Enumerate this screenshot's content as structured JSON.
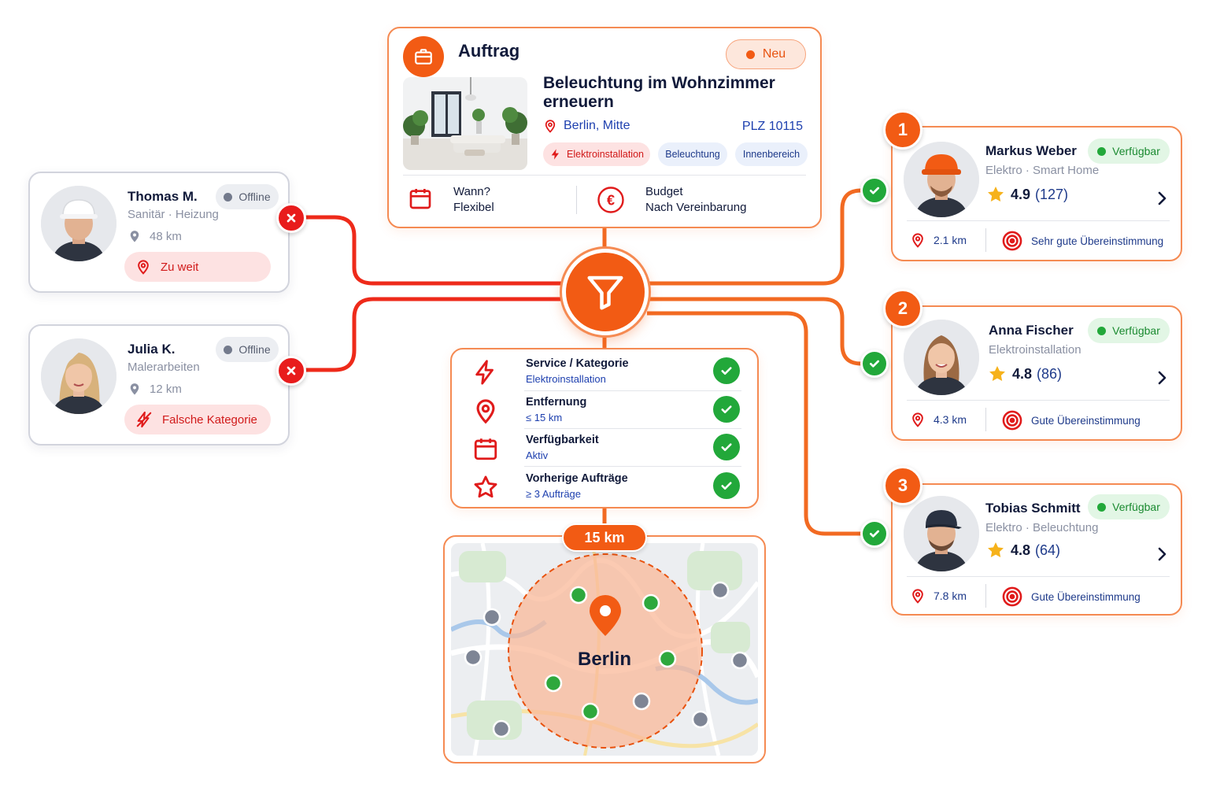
{
  "job": {
    "label": "Auftrag",
    "status": "Neu",
    "title": "Beleuchtung im Wohnzimmer erneuern",
    "location": "Berlin, Mitte",
    "plz": "PLZ 10115",
    "tags": [
      "Elektroinstallation",
      "Beleuchtung",
      "Innenbereich"
    ],
    "when_label": "Wann?",
    "when_value": "Flexibel",
    "budget_label": "Budget",
    "budget_value": "Nach Vereinbarung",
    "icons": [
      "briefcase-icon",
      "room-photo",
      "map-pin-icon",
      "lightning-icon",
      "calendar-icon",
      "euro-icon"
    ]
  },
  "filter": {
    "icon": "funnel-icon"
  },
  "criteria": [
    {
      "title": "Service / Kategorie",
      "value": "Elektroinstallation",
      "icon": "lightning-icon",
      "passed": true
    },
    {
      "title": "Entfernung",
      "value": "≤ 15 km",
      "icon": "map-pin-icon",
      "passed": true
    },
    {
      "title": "Verfügbarkeit",
      "value": "Aktiv",
      "icon": "calendar-icon",
      "passed": true
    },
    {
      "title": "Vorherige Aufträge",
      "value": "≥ 3 Aufträge",
      "icon": "star-icon",
      "passed": true
    }
  ],
  "map": {
    "radius": "15 km",
    "city": "Berlin"
  },
  "rejected": [
    {
      "name": "Thomas M.",
      "trade": "Sanitär · Heizung",
      "distance": "48 km",
      "status": "Offline",
      "reason": "Zu weit",
      "reason_icon": "map-pin-icon"
    },
    {
      "name": "Julia K.",
      "trade": "Malerarbeiten",
      "distance": "12 km",
      "status": "Offline",
      "reason": "Falsche Kategorie",
      "reason_icon": "no-lightning-icon"
    }
  ],
  "matches": [
    {
      "rank": "1",
      "name": "Markus Weber",
      "trade": "Elektro · Smart Home",
      "rating": "4.9",
      "reviews": "(127)",
      "status": "Verfügbar",
      "distance": "2.1 km",
      "match": "Sehr gute Übereinstimmung"
    },
    {
      "rank": "2",
      "name": "Anna Fischer",
      "trade": "Elektroinstallation",
      "rating": "4.8",
      "reviews": "(86)",
      "status": "Verfügbar",
      "distance": "4.3 km",
      "match": "Gute Übereinstimmung"
    },
    {
      "rank": "3",
      "name": "Tobias Schmitt",
      "trade": "Elektro · Beleuchtung",
      "rating": "4.8",
      "reviews": "(64)",
      "status": "Verfügbar",
      "distance": "7.8 km",
      "match": "Gute Übereinstimmung"
    }
  ],
  "colors": {
    "accent": "#f25b14",
    "reject": "#e81c1c",
    "ok": "#22a83a",
    "text": "#111a3a",
    "link": "#1e40af"
  }
}
